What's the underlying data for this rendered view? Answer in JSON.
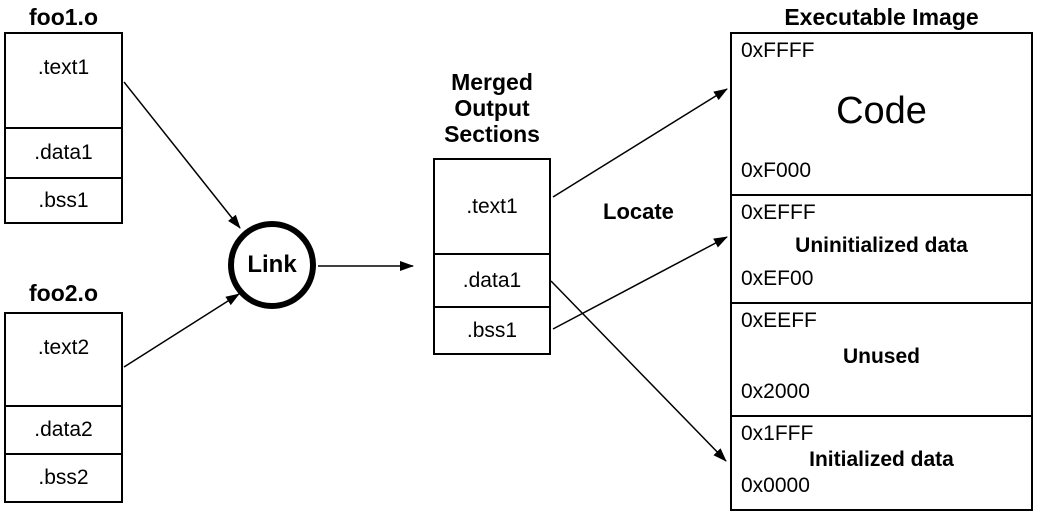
{
  "diagram": {
    "background_color": "#ffffff",
    "stroke_color": "#000000",
    "object_files": [
      {
        "title": "foo1.o",
        "sections": [
          ".text1",
          ".data1",
          ".bss1"
        ]
      },
      {
        "title": "foo2.o",
        "sections": [
          ".text2",
          ".data2",
          ".bss2"
        ]
      }
    ],
    "linker": {
      "label": "Link"
    },
    "merged_output": {
      "title": "Merged Output Sections",
      "sections": [
        ".text1",
        ".data1",
        ".bss1"
      ]
    },
    "locate_label": "Locate",
    "executable_image": {
      "title": "Executable Image",
      "regions": [
        {
          "top_address": "0xFFFF",
          "label": "Code",
          "bottom_address": "0xF000"
        },
        {
          "top_address": "0xEFFF",
          "label": "Uninitialized data",
          "bottom_address": "0xEF00"
        },
        {
          "top_address": "0xEEFF",
          "label": "Unused",
          "bottom_address": "0x2000"
        },
        {
          "top_address": "0x1FFF",
          "label": "Initialized data",
          "bottom_address": "0x0000"
        }
      ]
    }
  }
}
